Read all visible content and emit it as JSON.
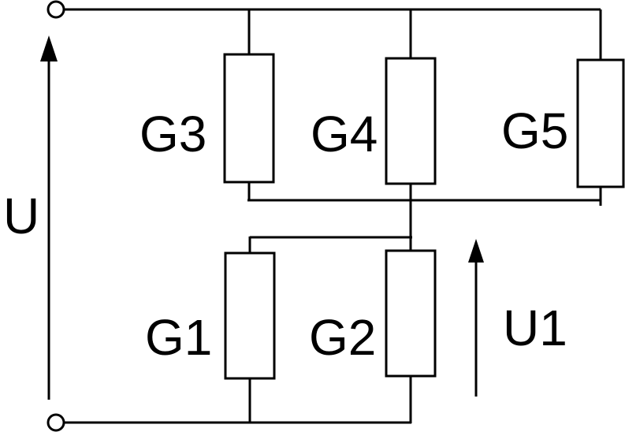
{
  "diagram": {
    "background_color": "#ffffff",
    "line_color": "#000000",
    "text_color": "#000000",
    "labels": {
      "total_voltage": "U",
      "branch_voltage": "U1"
    },
    "components": [
      {
        "id": "g1",
        "label": "G1"
      },
      {
        "id": "g2",
        "label": "G2"
      },
      {
        "id": "g3",
        "label": "G3"
      },
      {
        "id": "g4",
        "label": "G4"
      },
      {
        "id": "g5",
        "label": "G5"
      }
    ]
  }
}
